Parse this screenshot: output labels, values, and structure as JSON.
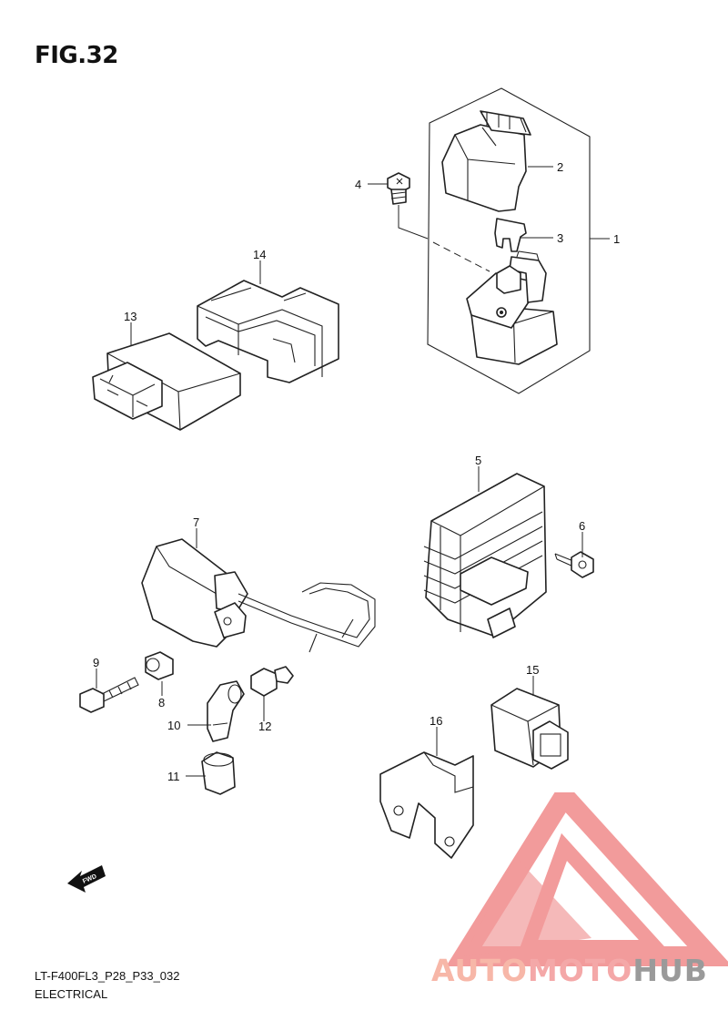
{
  "figure": {
    "title": "FIG.32"
  },
  "callouts": [
    "1",
    "2",
    "3",
    "4",
    "5",
    "6",
    "7",
    "8",
    "9",
    "10",
    "11",
    "12",
    "13",
    "14",
    "15",
    "16"
  ],
  "footer": {
    "code": "LT-F400FL3_P28_P33_032",
    "section": "ELECTRICAL"
  },
  "fwd_arrow": {
    "label": "FWD"
  },
  "watermark": {
    "part1": "AUTO",
    "part2": "MOTO",
    "part3": "HUB",
    "colors": {
      "auto": "#f7b7a8",
      "moto": "#f4a8a8",
      "hub": "#9a9a9a",
      "triangle": "#f08a8a"
    }
  }
}
